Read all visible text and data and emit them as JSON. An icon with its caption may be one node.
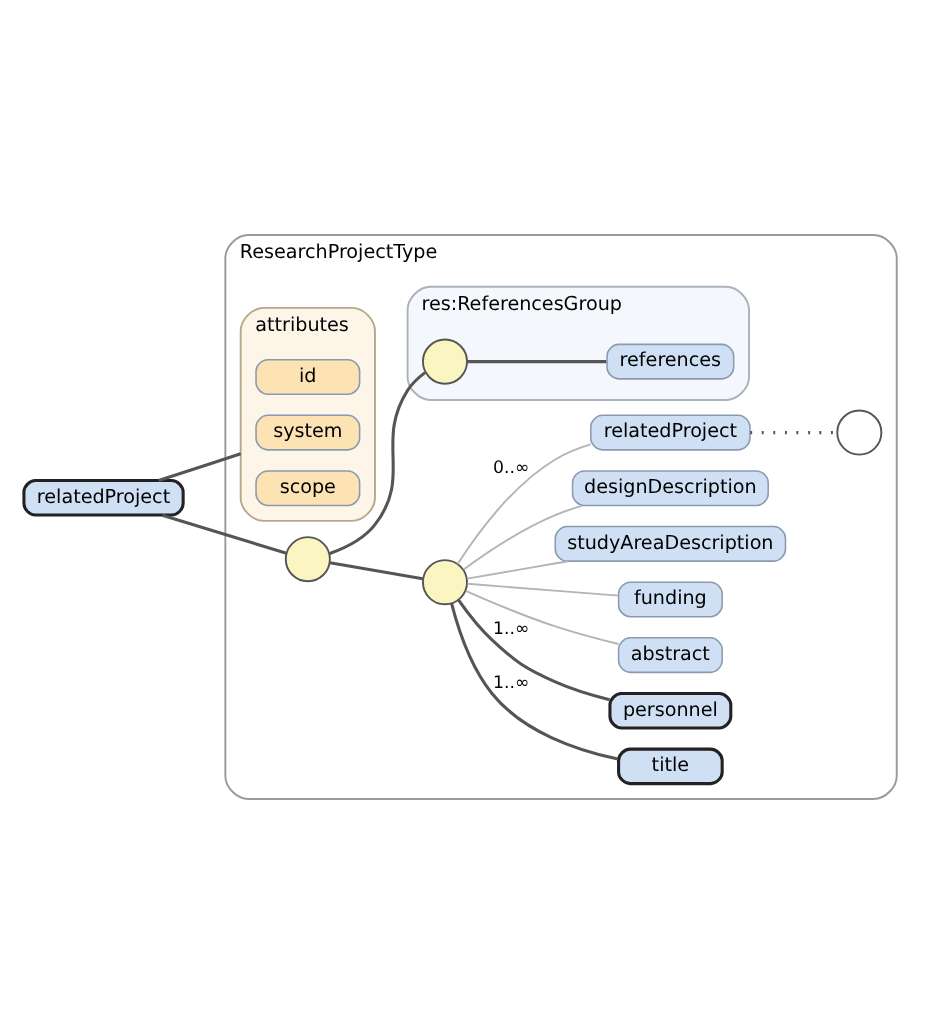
{
  "diagram": {
    "nodes": [
      {
        "text": [
          "relatedProject"
        ]
      },
      {
        "text": [
          "ResearchProjectType"
        ]
      },
      {
        "text": [
          "attributes"
        ],
        "in": 1
      },
      {
        "text": [
          "id"
        ],
        "in": 2
      },
      {
        "text": [
          "system"
        ],
        "in": 2
      },
      {
        "text": [
          "scope"
        ],
        "in": 2
      },
      {
        "text": [],
        "shape": "circle",
        "in": 1
      },
      {
        "text": [],
        "shape": "circle",
        "in": 1
      },
      {
        "text": [
          "title"
        ],
        "in": 1
      },
      {
        "text": [
          "personnel"
        ],
        "in": 1
      },
      {
        "text": [
          "abstract"
        ],
        "in": 1
      },
      {
        "text": [
          "funding"
        ],
        "in": 1
      },
      {
        "text": [
          "studyAreaDescription"
        ],
        "in": 1
      },
      {
        "text": [
          "designDescription"
        ],
        "in": 1
      },
      {
        "text": [
          "relatedProject"
        ],
        "in": 1
      },
      {
        "text": [],
        "shape": "circle",
        "in": 1
      },
      {
        "text": [
          "res:ReferencesGroup"
        ],
        "in": 1
      },
      {
        "text": [],
        "shape": "circle",
        "in": 16
      },
      {
        "text": [
          "references"
        ],
        "in": 16
      }
    ],
    "edges": [
      {
        "from": 0,
        "to": 2,
        "arrow": "none"
      },
      {
        "from": 0,
        "to": 6,
        "arrow": "none"
      },
      {
        "from": 6,
        "to": 7,
        "arrow": "none"
      },
      {
        "from": 7,
        "to": 8,
        "arrow": "none",
        "label": "1..∞"
      },
      {
        "from": 7,
        "to": 9,
        "arrow": "none",
        "label": "1..∞"
      },
      {
        "from": 7,
        "to": 10,
        "arrow": "none",
        "color": "#b4b4b4"
      },
      {
        "from": 7,
        "to": 11,
        "arrow": "none",
        "color": "#b4b4b4"
      },
      {
        "from": 7,
        "to": 12,
        "arrow": "none",
        "color": "#b4b4b4"
      },
      {
        "from": 7,
        "to": 13,
        "arrow": "none",
        "color": "#b4b4b4"
      },
      {
        "from": 7,
        "to": 14,
        "arrow": "none",
        "label": "0..∞",
        "color": "#b4b4b4"
      },
      {
        "from": 14,
        "to": 15,
        "arrow": "none",
        "style": "dashed"
      },
      {
        "from": 6,
        "to": 17,
        "arrow": "none"
      },
      {
        "from": 17,
        "to": 18,
        "arrow": "none"
      }
    ]
  }
}
